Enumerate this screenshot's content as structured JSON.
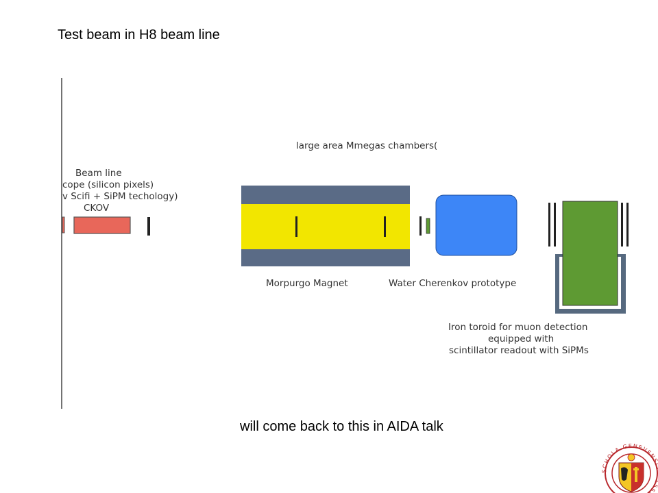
{
  "title": "Test beam in H8 beam line",
  "footer_note": "will come back to this in AIDA talk",
  "diagram": {
    "mmegas_label": "large area Mmegas chambers(",
    "beam_line_labels": [
      "Beam line",
      "cope (silicon pixels)",
      "v Scifi + SiPM techology)",
      "CKOV"
    ],
    "magnet_label": "Morpurgo Magnet",
    "water_cherenkov_label": "Water Cherenkov prototype",
    "iron_toroid_labels": [
      "Iron toroid for muon detection",
      "equipped with",
      "scintillator readout with SiPMs"
    ]
  },
  "colors": {
    "ckov": "#e8675a",
    "magnet_frame": "#5a6b86",
    "magnet_field": "#f2e600",
    "water_cherenkov": "#3d86f7",
    "scintillator": "#5e9a33",
    "iron_frame": "#56697f"
  },
  "logo": {
    "name": "university-of-geneva-seal",
    "text": "SCHOLA GENEVENSIS"
  }
}
